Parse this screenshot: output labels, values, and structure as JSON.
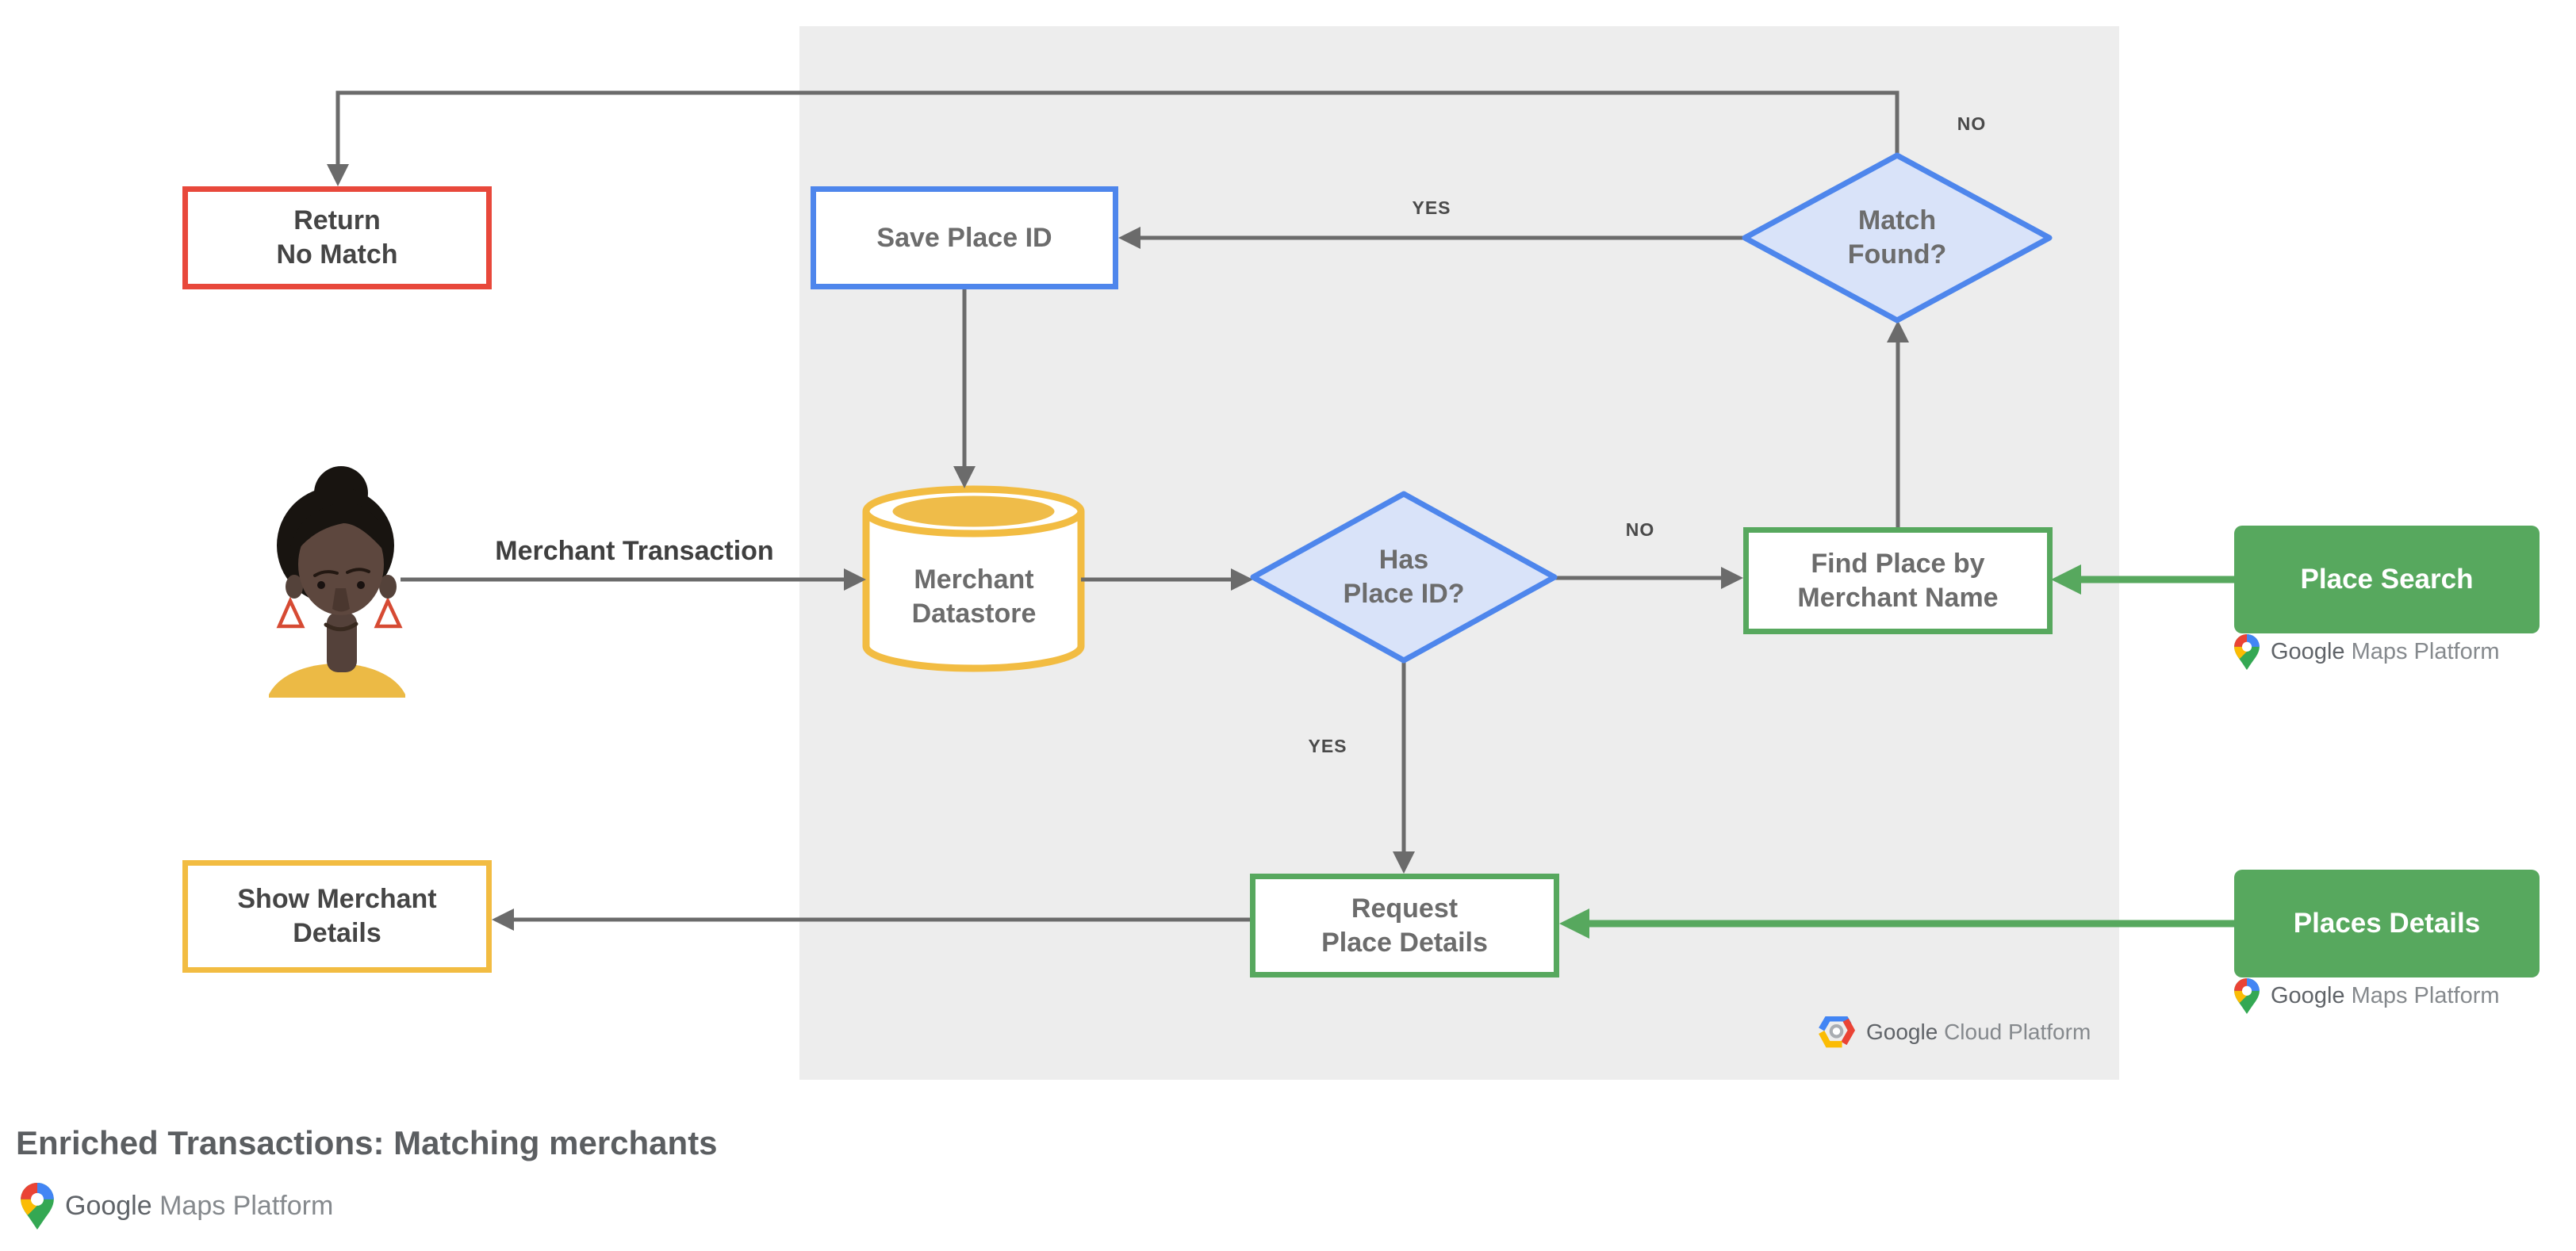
{
  "title": "Enriched Transactions: Matching merchants",
  "nodes": {
    "return_no_match": "Return\nNo Match",
    "save_place_id": "Save Place ID",
    "match_found": "Match\nFound?",
    "merchant_datastore": "Merchant\nDatastore",
    "has_place_id": "Has\nPlace ID?",
    "find_place_by_merchant_name": "Find Place by\nMerchant Name",
    "request_place_details": "Request\nPlace Details",
    "show_merchant_details": "Show Merchant\nDetails"
  },
  "api_boxes": {
    "place_search": "Place Search",
    "places_details": "Places Details"
  },
  "edge_labels": {
    "merchant_transaction": "Merchant Transaction",
    "match_found_yes": "YES",
    "match_found_no": "NO",
    "has_place_id_no": "NO",
    "has_place_id_yes": "YES"
  },
  "logos": {
    "google_maps_platform": {
      "bold": "Google",
      "rest": " Maps Platform"
    },
    "google_cloud_platform": {
      "bold": "Google",
      "rest": " Cloud Platform"
    }
  },
  "colors": {
    "red_accent": "#E8483B",
    "blue_accent": "#4E86EC",
    "blue_fill": "#D9E3F9",
    "gold_accent": "#F2BC42",
    "green_accent": "#57A85E",
    "gray_line": "#6B6B6B",
    "panel_background": "#EDEDED",
    "google_red": "#EA4335",
    "google_blue": "#4285F4",
    "google_yellow": "#FBBC04",
    "google_green": "#34A853"
  }
}
